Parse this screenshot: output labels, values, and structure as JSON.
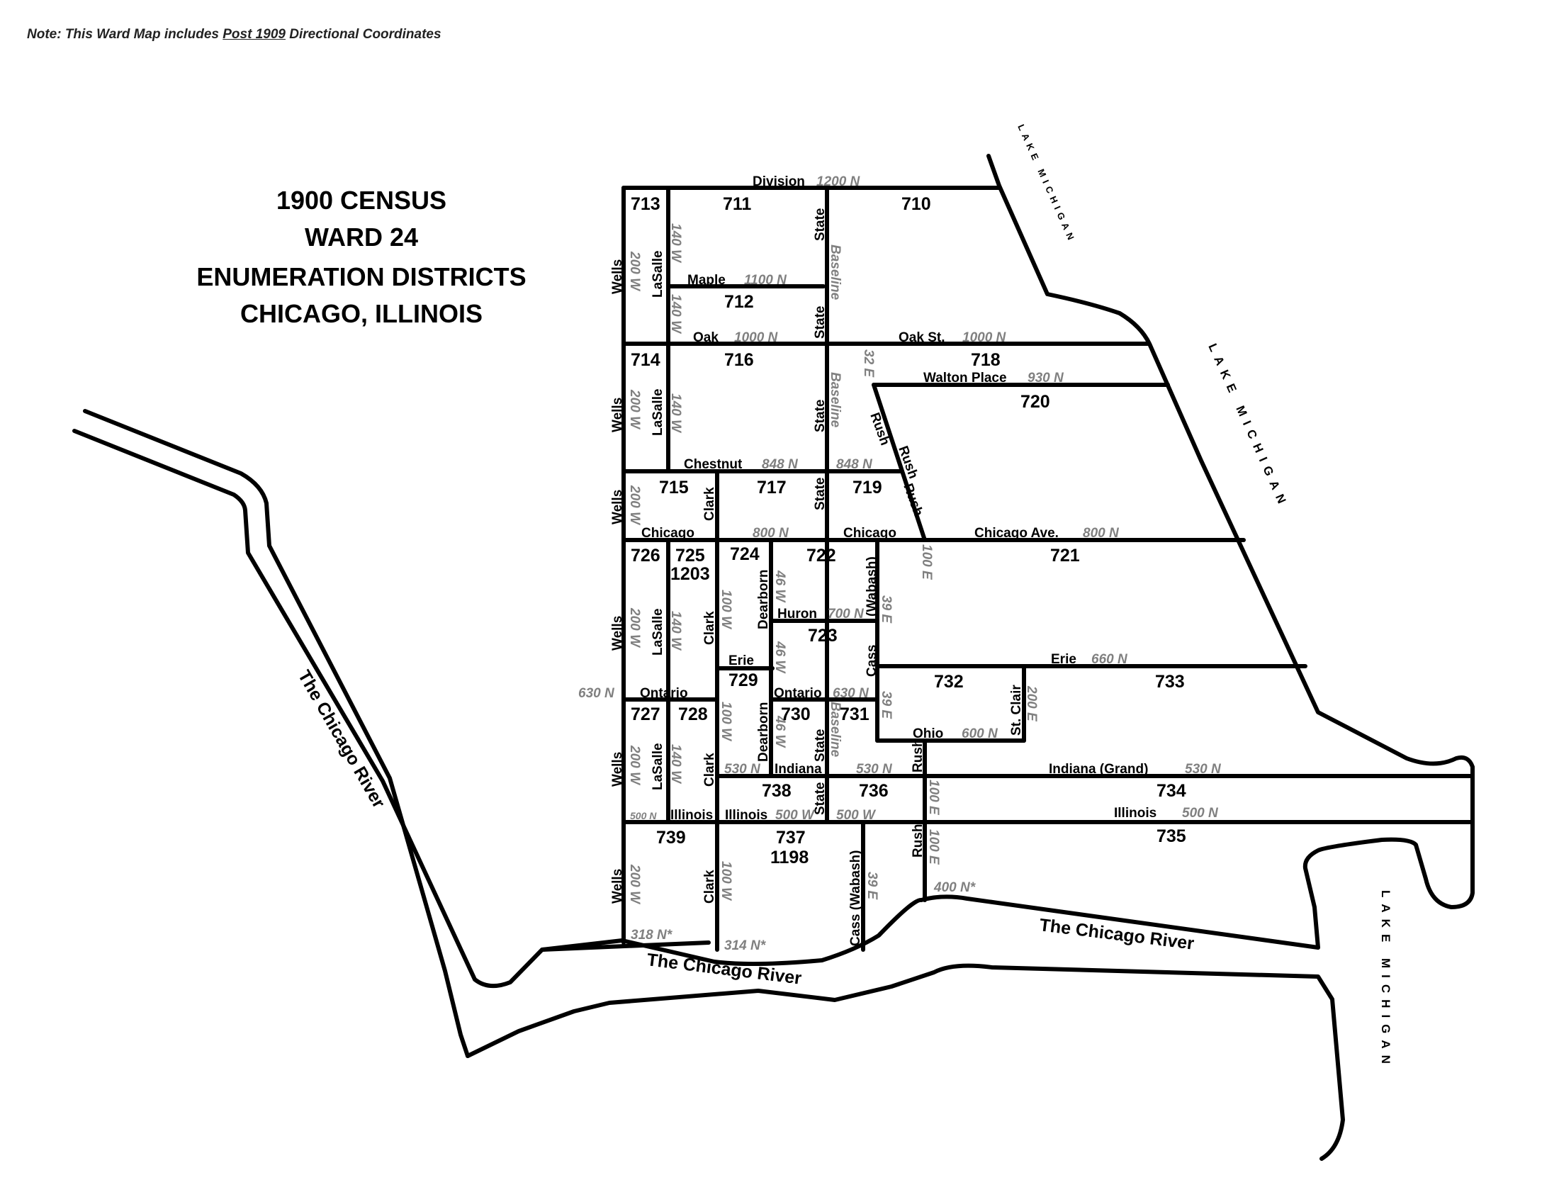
{
  "note": {
    "prefix": "Note:  This Ward Map includes ",
    "underlined": "Post 1909",
    "suffix": " Directional Coordinates"
  },
  "title": {
    "line1": "1900 CENSUS",
    "line2": "WARD 24",
    "line3": "ENUMERATION DISTRICTS",
    "line4": "CHICAGO, ILLINOIS"
  },
  "lakes": {
    "top": "LAKE MICHIGAN",
    "mid": "LAKE MICHIGAN",
    "right": "LAKE MICHIGAN"
  },
  "river": {
    "left": "The Chicago River",
    "center": "The Chicago River",
    "right": "The Chicago River"
  },
  "streets": {
    "division": "Division",
    "division_co": "1200 N",
    "maple": "Maple",
    "maple_co": "1100 N",
    "oak": "Oak",
    "oak_co": "1000 N",
    "oakst": "Oak St.",
    "oakst_co": "1000 N",
    "walton": "Walton Place",
    "walton_co": "930 N",
    "chestnut": "Chestnut",
    "chestnut_co": "848 N",
    "chestnut_co2": "848 N",
    "chicago_w": "Chicago",
    "chicago_w_co": "800 N",
    "chicago_m": "Chicago",
    "chicago_ave": "Chicago Ave.",
    "chicago_ave_co": "800 N",
    "huron": "Huron",
    "huron_co": "700 N",
    "erie_w": "Erie",
    "erie_e": "Erie",
    "erie_co": "660 N",
    "ontario_w": "Ontario",
    "ontario_w_co": "630 N",
    "ontario_m": "Ontario",
    "ontario_m_co": "630 N",
    "ohio": "Ohio",
    "ohio_co": "600 N",
    "indiana_w": "Indiana",
    "indiana_e": "Indiana (Grand)",
    "indiana_co": "530 N",
    "indiana_co_w": "530 N",
    "indiana_co_m": "530 N",
    "illinois_w1": "Illinois",
    "illinois_w2": "Illinois",
    "illinois_e": "Illinois",
    "illinois_co": "500 N",
    "illinois_co_w": "500 N",
    "illinois_co_m": "500 W",
    "illinois_co_m2": "500 W",
    "wells": "Wells",
    "wells_co": "200 W",
    "lasalle": "LaSalle",
    "lasalle_co": "140 W",
    "clark": "Clark",
    "clark_co": "100 W",
    "dearborn": "Dearborn",
    "dearborn_co": "46 W",
    "state": "State",
    "baseline": "Baseline",
    "rush": "Rush",
    "rush_co": "32 E",
    "rush_co2": "100 E",
    "wabash": "(Wabash)",
    "cass": "Cass",
    "cass_wabash": "Cass (Wabash)",
    "cass_co": "39 E",
    "stclair": "St. Clair",
    "stclair_co": "200 E",
    "south_318": "318 N*",
    "south_314": "314 N*",
    "south_400": "400 N*"
  },
  "districts": [
    "713",
    "711",
    "710",
    "712",
    "714",
    "716",
    "718",
    "720",
    "715",
    "717",
    "719",
    "726",
    "725",
    "1203",
    "724",
    "722",
    "721",
    "723",
    "729",
    "732",
    "733",
    "727",
    "728",
    "730",
    "731",
    "738",
    "736",
    "734",
    "735",
    "739",
    "737",
    "1198"
  ]
}
